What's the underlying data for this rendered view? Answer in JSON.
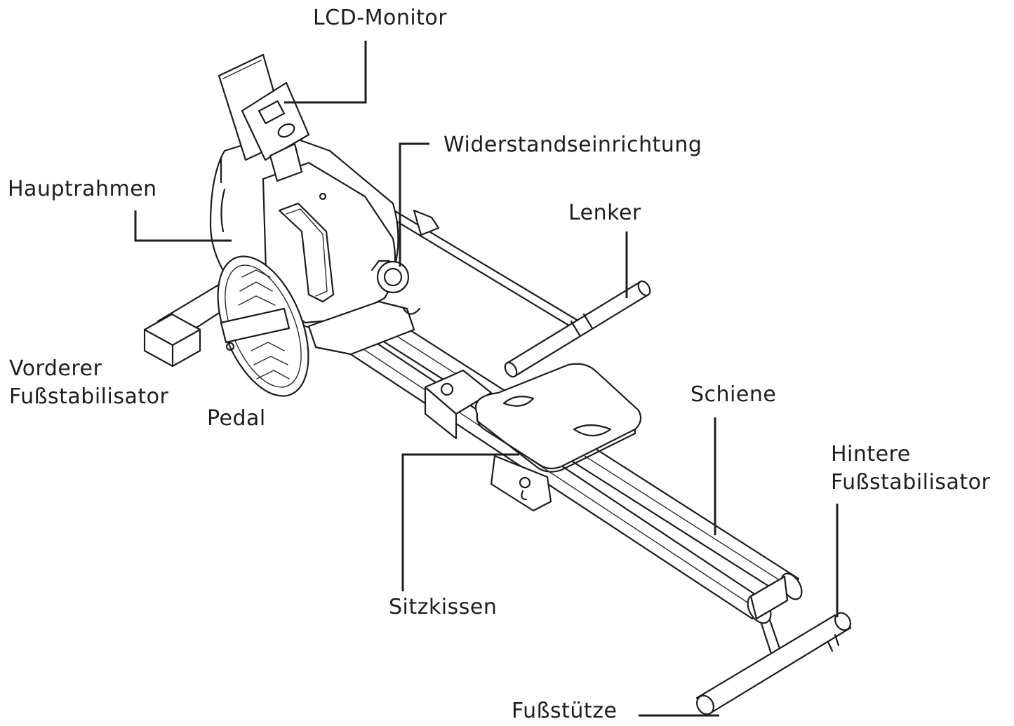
{
  "labels": {
    "lcd_monitor": "LCD-Monitor",
    "resistance": "Widerstandseinrichtung",
    "main_frame": "Hauptrahmen",
    "handlebar": "Lenker",
    "front_stabilizer_line1": "Vorderer",
    "front_stabilizer_line2": "Fußstabilisator",
    "pedal": "Pedal",
    "rail": "Schiene",
    "rear_stabilizer_line1": "Hintere",
    "rear_stabilizer_line2": "Fußstabilisator",
    "seat_cushion": "Sitzkissen",
    "foot_support": "Fußstütze"
  },
  "colors": {
    "line": "#1c1c1c",
    "text": "#1e1e1e",
    "background": "#ffffff"
  }
}
